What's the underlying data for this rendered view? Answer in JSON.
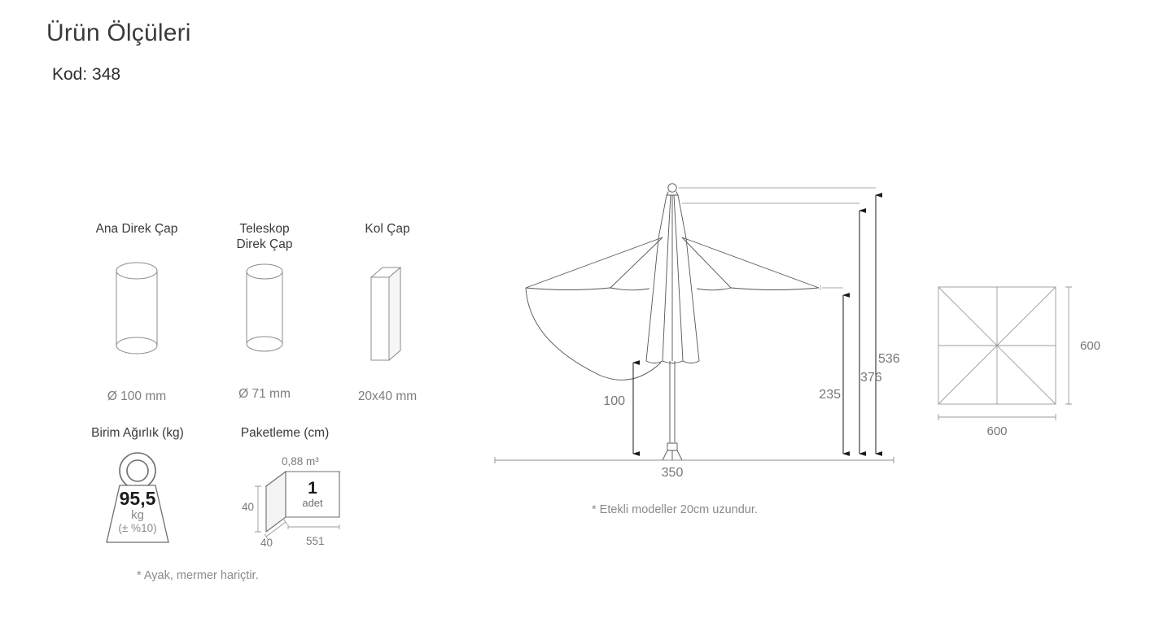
{
  "header": {
    "title": "Ürün Ölçüleri",
    "code": "Kod: 348"
  },
  "specs": [
    {
      "title_line1": "Ana Direk Çap",
      "title_line2": "",
      "value": "Ø 100 mm",
      "icon": "cylinder-icon"
    },
    {
      "title_line1": "Teleskop",
      "title_line2": "Direk Çap",
      "value": "Ø 71 mm",
      "icon": "cylinder-icon"
    },
    {
      "title_line1": "Kol Çap",
      "title_line2": "",
      "value": "20x40 mm",
      "icon": "rect-bar-icon"
    }
  ],
  "weight": {
    "title": "Birim Ağırlık (kg)",
    "value": "95,5",
    "unit": "kg",
    "tolerance": "(± %10)",
    "icon": "weight-icon"
  },
  "packaging": {
    "title": "Paketleme (cm)",
    "volume": "0,88 m³",
    "quantity": "1",
    "quantity_unit": "adet",
    "height": "40",
    "depth": "40",
    "width": "551",
    "icon": "box-icon"
  },
  "footnotes": {
    "left": "* Ayak, mermer hariçtir.",
    "right": "* Etekli modeller 20cm uzundur."
  },
  "elevation": {
    "name": "umbrella-elevation-drawing",
    "dimensions": {
      "total_height": "536",
      "crown_height": "376",
      "canopy_edge_height": "235",
      "clearance_height": "100",
      "ground_width": "350"
    }
  },
  "plan": {
    "name": "umbrella-plan-drawing",
    "dimensions": {
      "width": "600",
      "height": "600"
    }
  },
  "colors": {
    "text_dark": "#333333",
    "text_gray": "#7d7d7d",
    "line_gray": "#8c8c8c",
    "line_dark": "#444444",
    "background": "#ffffff"
  }
}
